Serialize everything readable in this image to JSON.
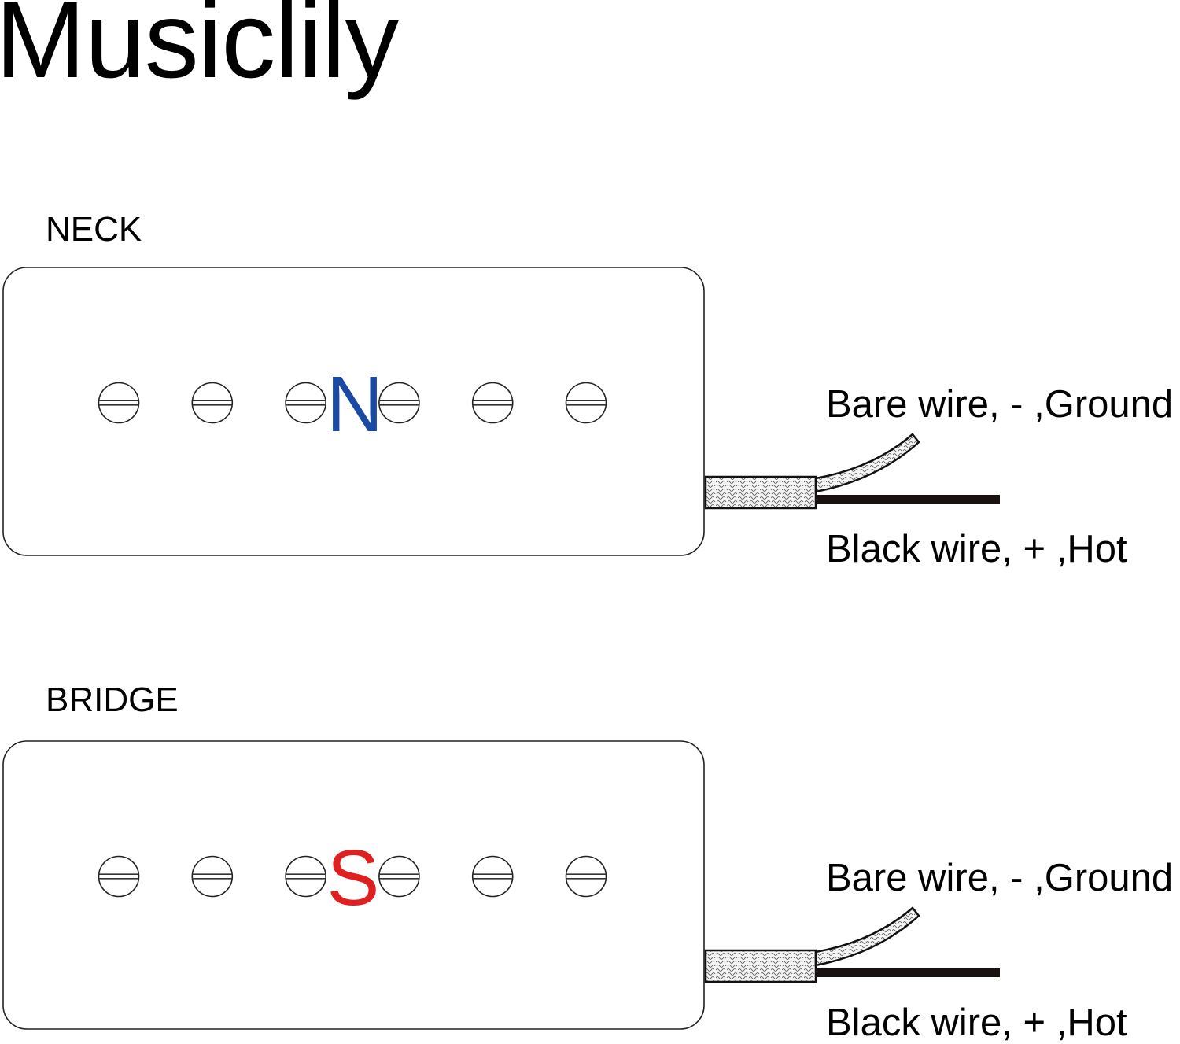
{
  "brand": "Musiclily",
  "pickups": [
    {
      "label": "NECK",
      "polarity": "N",
      "polarity_color": "#1a4aa3",
      "pole_count": 6,
      "wires": {
        "bare": "Bare wire, - ,Ground",
        "black": "Black wire, + ,Hot"
      }
    },
    {
      "label": "BRIDGE",
      "polarity": "S",
      "polarity_color": "#e02020",
      "pole_count": 6,
      "wires": {
        "bare": "Bare wire, - ,Ground",
        "black": "Black wire, + ,Hot"
      }
    }
  ]
}
